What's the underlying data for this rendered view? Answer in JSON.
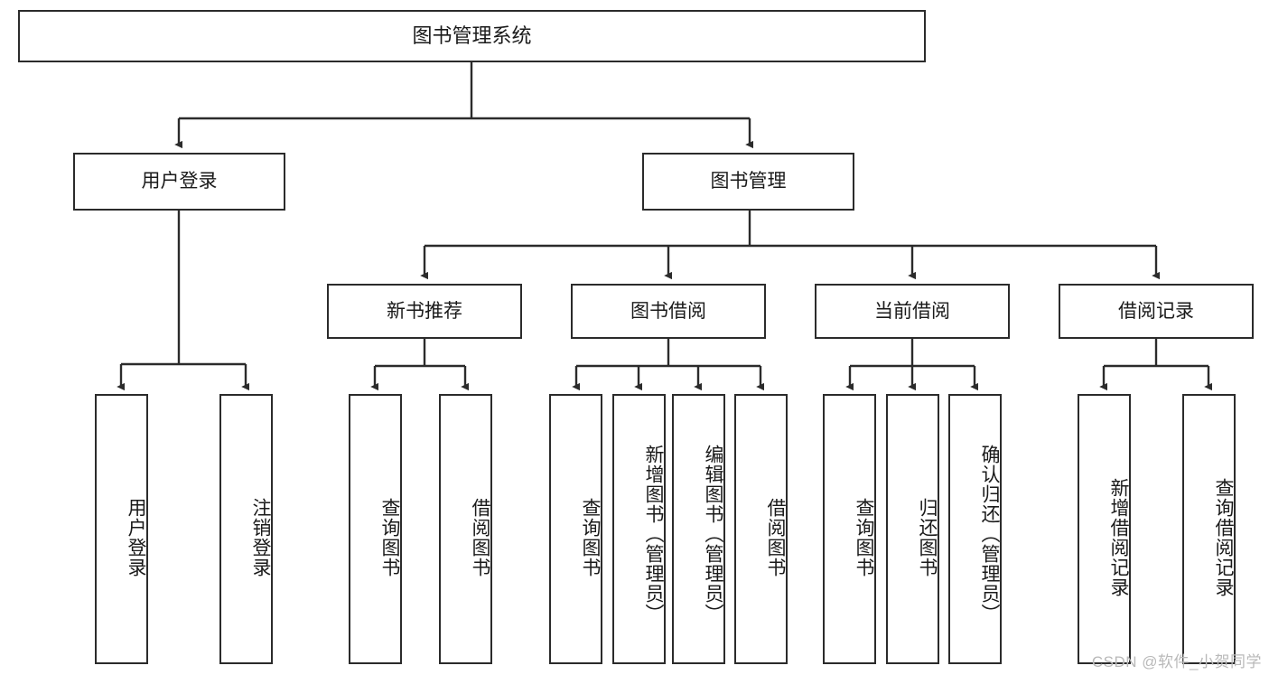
{
  "diagram": {
    "title": "图书管理系统",
    "watermark": "CSDN @软件_小贺同学",
    "stroke_color": "#2b2b2b",
    "fill_color": "#ffffff",
    "text_color": "#1a1a1a",
    "watermark_color": "#b9b9b9",
    "root": {
      "label": "图书管理系统"
    },
    "level2": [
      {
        "label": "用户登录"
      },
      {
        "label": "图书管理"
      }
    ],
    "level3": [
      {
        "label": "新书推荐"
      },
      {
        "label": "图书借阅"
      },
      {
        "label": "当前借阅"
      },
      {
        "label": "借阅记录"
      }
    ],
    "leaves": [
      {
        "label": "用户登录",
        "parent": "用户登录"
      },
      {
        "label": "注销登录",
        "parent": "用户登录"
      },
      {
        "label": "查询图书",
        "parent": "新书推荐"
      },
      {
        "label": "借阅图书",
        "parent": "新书推荐"
      },
      {
        "label": "查询图书",
        "parent": "图书借阅"
      },
      {
        "label": "新增图书（管理员）",
        "parent": "图书借阅"
      },
      {
        "label": "编辑图书（管理员）",
        "parent": "图书借阅"
      },
      {
        "label": "借阅图书",
        "parent": "图书借阅"
      },
      {
        "label": "查询图书",
        "parent": "当前借阅"
      },
      {
        "label": "归还图书",
        "parent": "当前借阅"
      },
      {
        "label": "确认归还（管理员）",
        "parent": "当前借阅"
      },
      {
        "label": "新增借阅记录",
        "parent": "借阅记录"
      },
      {
        "label": "查询借阅记录",
        "parent": "借阅记录"
      }
    ]
  }
}
